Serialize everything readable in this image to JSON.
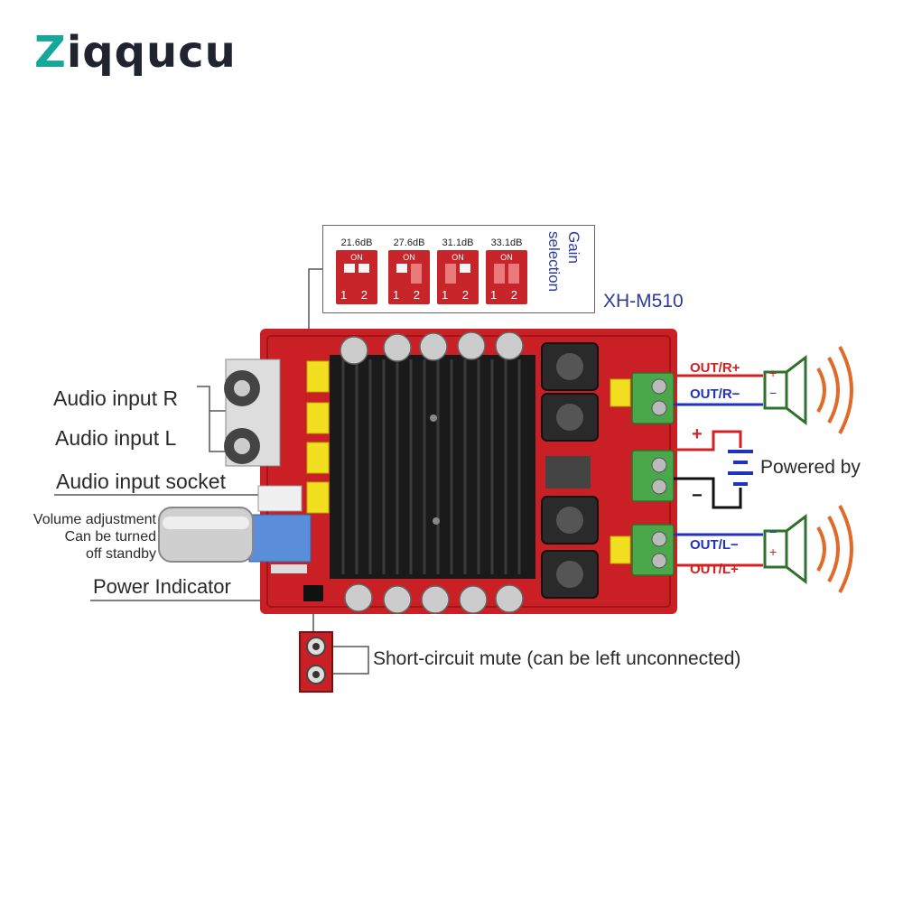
{
  "brand": {
    "logo_first": "Z",
    "logo_rest": "iqqucu"
  },
  "gain": {
    "title": "Gain selection",
    "switches": [
      {
        "db": "21.6dB",
        "on": "ON",
        "nums": "1 2"
      },
      {
        "db": "27.6dB",
        "on": "ON",
        "nums": "1 2"
      },
      {
        "db": "31.1dB",
        "on": "ON",
        "nums": "1 2"
      },
      {
        "db": "33.1dB",
        "on": "ON",
        "nums": "1 2"
      }
    ]
  },
  "model": "XH-M510",
  "labels": {
    "audio_input_r": "Audio input R",
    "audio_input_l": "Audio input L",
    "audio_input_socket": "Audio input socket",
    "volume_line1": "Volume adjustment",
    "volume_line2": "Can be turned",
    "volume_line3": "off standby",
    "power_indicator": "Power Indicator",
    "short_circuit_mute": "Short-circuit mute (can be left unconnected)",
    "powered_by": "Powered by"
  },
  "outputs": {
    "r_plus": "OUT/R+",
    "r_minus": "OUT/R−",
    "l_minus": "OUT/L−",
    "l_plus": "OUT/L+",
    "plus": "+",
    "minus": "−"
  },
  "colors": {
    "board": "#c91f25",
    "accent": "#14a89a",
    "blue": "#2032c0",
    "red": "#d32020",
    "wave": "#e06a2a"
  }
}
